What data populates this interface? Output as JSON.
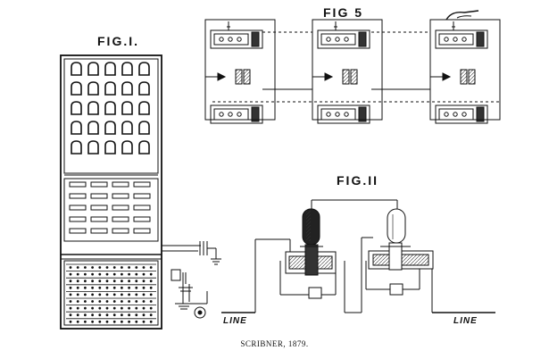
{
  "figures": {
    "fig1_label": "FIG.I.",
    "fig5_label": "FIG 5",
    "fig11_label": "FIG.II",
    "line_left": "LINE",
    "line_right": "LINE"
  },
  "caption": "SCRIBNER, 1879."
}
